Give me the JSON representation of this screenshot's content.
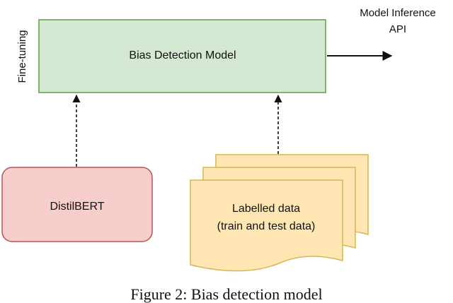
{
  "diagram": {
    "model_box": {
      "label": "Bias Detection Model",
      "fill": "#d5e8d4",
      "stroke": "#82b366"
    },
    "side_label": "Fine-tuning",
    "output": {
      "line1": "Model Inference",
      "line2": "API"
    },
    "distilbert": {
      "label": "DistilBERT",
      "fill": "#f8cecc",
      "stroke": "#b85450"
    },
    "data_doc": {
      "line1": "Labelled data",
      "line2": "(train and test data)",
      "fill": "#ffe6b3",
      "stroke": "#d6b656"
    },
    "caption": "Figure 2: Bias detection model"
  }
}
